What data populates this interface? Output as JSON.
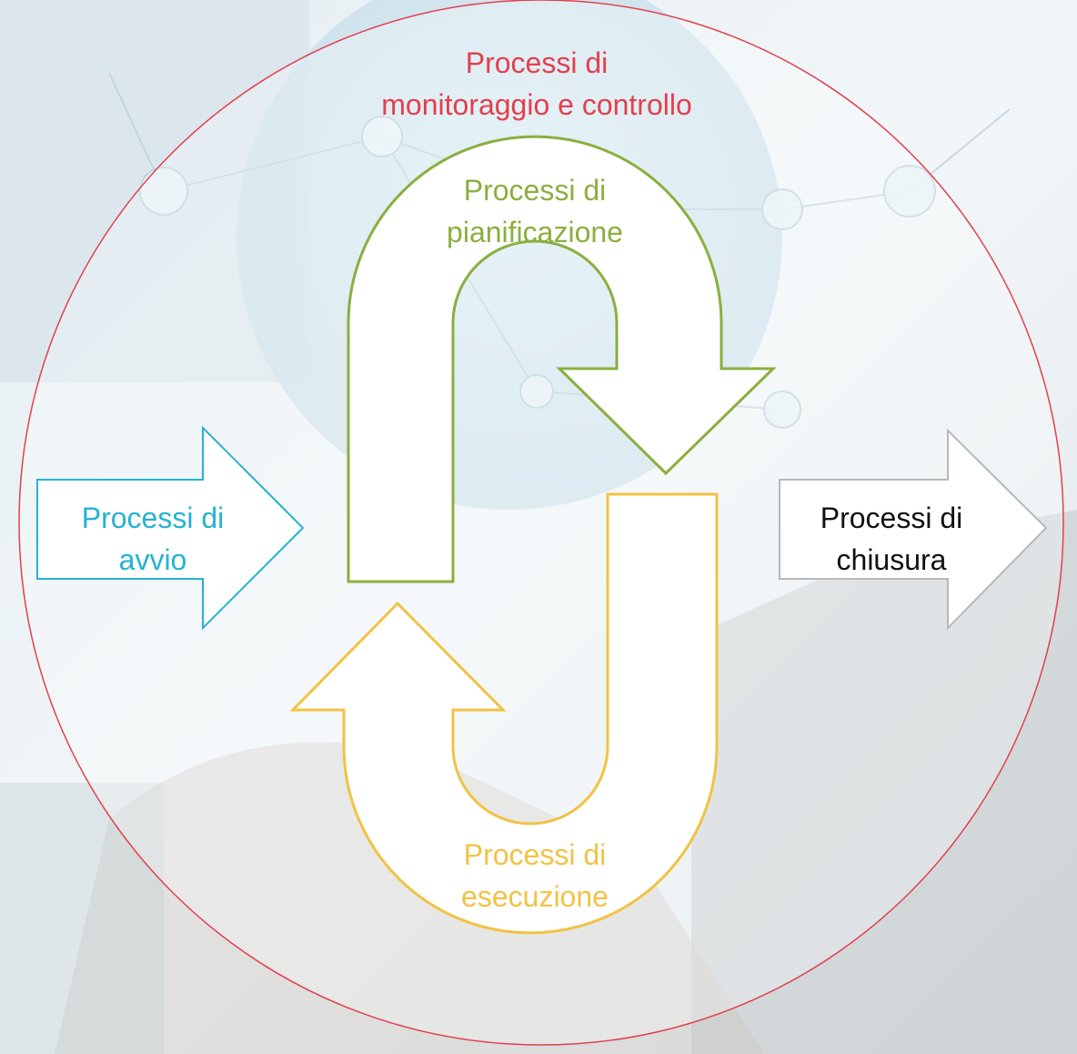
{
  "colors": {
    "monitor": "#e2404e",
    "planning": "#8aaf3e",
    "execution": "#f2c243",
    "start": "#24b3d1",
    "close": "#b8b8b8",
    "close_text": "#111111"
  },
  "labels": {
    "monitor": {
      "line1": "Processi di",
      "line2": "monitoraggio e controllo"
    },
    "planning": {
      "line1": "Processi di",
      "line2": "pianificazione"
    },
    "execution": {
      "line1": "Processi di",
      "line2": "esecuzione"
    },
    "start": {
      "line1": "Processi di",
      "line2": "avvio"
    },
    "close": {
      "line1": "Processi di",
      "line2": "chiusura"
    }
  }
}
